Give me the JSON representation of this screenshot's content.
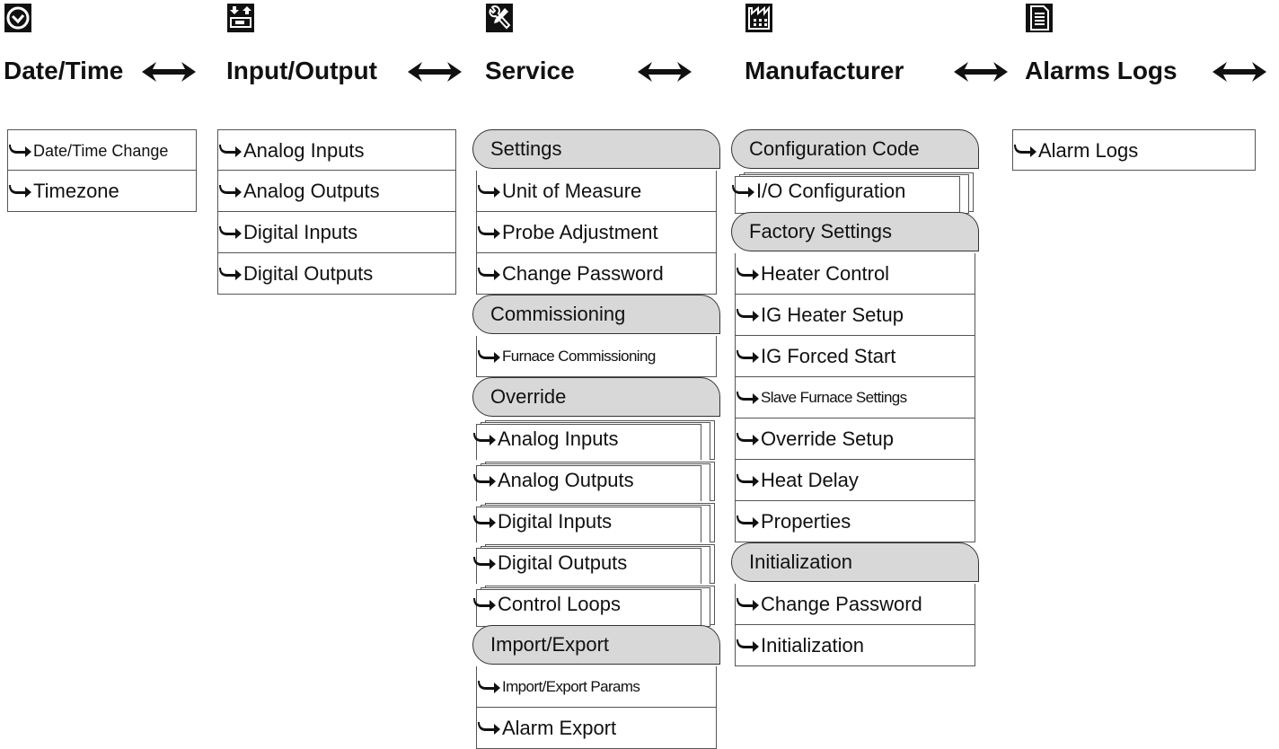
{
  "headers": [
    {
      "title": "Date/Time",
      "icon": "clock-icon"
    },
    {
      "title": "Input/Output",
      "icon": "input-output-icon"
    },
    {
      "title": "Service",
      "icon": "wrench-screwdriver-icon"
    },
    {
      "title": "Manufacturer",
      "icon": "factory-icon"
    },
    {
      "title": "Alarms Logs",
      "icon": "document-icon"
    }
  ],
  "datetime_menu": [
    "Date/Time Change",
    "Timezone"
  ],
  "io_menu": [
    "Analog Inputs",
    "Analog Outputs",
    "Digital Inputs",
    "Digital Outputs"
  ],
  "service": {
    "settings": {
      "group": "Settings",
      "items": [
        "Unit of Measure",
        "Probe Adjustment",
        "Change Password"
      ]
    },
    "commissioning": {
      "group": "Commissioning",
      "items": [
        "Furnace Commissioning"
      ]
    },
    "override": {
      "group": "Override",
      "items": [
        "Analog Inputs",
        "Analog Outputs",
        "Digital Inputs",
        "Digital Outputs",
        "Control Loops"
      ]
    },
    "import_export": {
      "group": "Import/Export",
      "items": [
        "Import/Export Params",
        "Alarm Export"
      ]
    }
  },
  "manufacturer": {
    "config": {
      "group": "Configuration Code",
      "items": [
        "I/O Configuration"
      ]
    },
    "factory": {
      "group": "Factory Settings",
      "items": [
        "Heater Control",
        "IG Heater Setup",
        "IG Forced Start",
        "Slave Furnace Settings",
        "Override Setup",
        "Heat Delay",
        "Properties"
      ]
    },
    "init": {
      "group": "Initialization",
      "items": [
        "Change Password",
        "Initialization"
      ]
    }
  },
  "alarms_menu": [
    "Alarm Logs"
  ]
}
